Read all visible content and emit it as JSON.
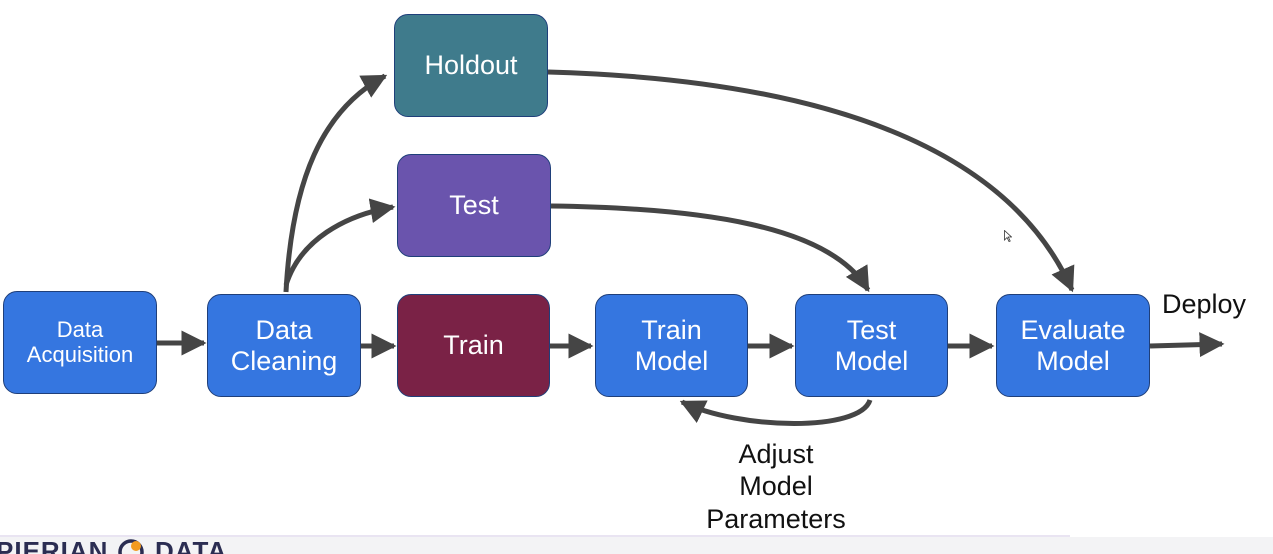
{
  "colors": {
    "step": "#3576e0",
    "holdout": "#3f7b8c",
    "test_split": "#6a54ad",
    "train_split": "#7a2246",
    "arrow": "#454545"
  },
  "nodes": {
    "data_acquisition": {
      "line1": "Data",
      "line2": "Acquisition"
    },
    "data_cleaning": {
      "line1": "Data",
      "line2": "Cleaning"
    },
    "holdout": {
      "label": "Holdout"
    },
    "test_split": {
      "label": "Test"
    },
    "train_split": {
      "label": "Train"
    },
    "train_model": {
      "line1": "Train",
      "line2": "Model"
    },
    "test_model": {
      "line1": "Test",
      "line2": "Model"
    },
    "evaluate_model": {
      "line1": "Evaluate",
      "line2": "Model"
    }
  },
  "labels": {
    "deploy": "Deploy",
    "adjust_line1": "Adjust",
    "adjust_line2": "Model",
    "adjust_line3": "Parameters"
  },
  "logo": {
    "left": "PIERIAN",
    "right": "DATA"
  },
  "icons": {
    "cursor": "mouse-pointer-icon",
    "logo_mark": "pierian-logo-icon"
  }
}
